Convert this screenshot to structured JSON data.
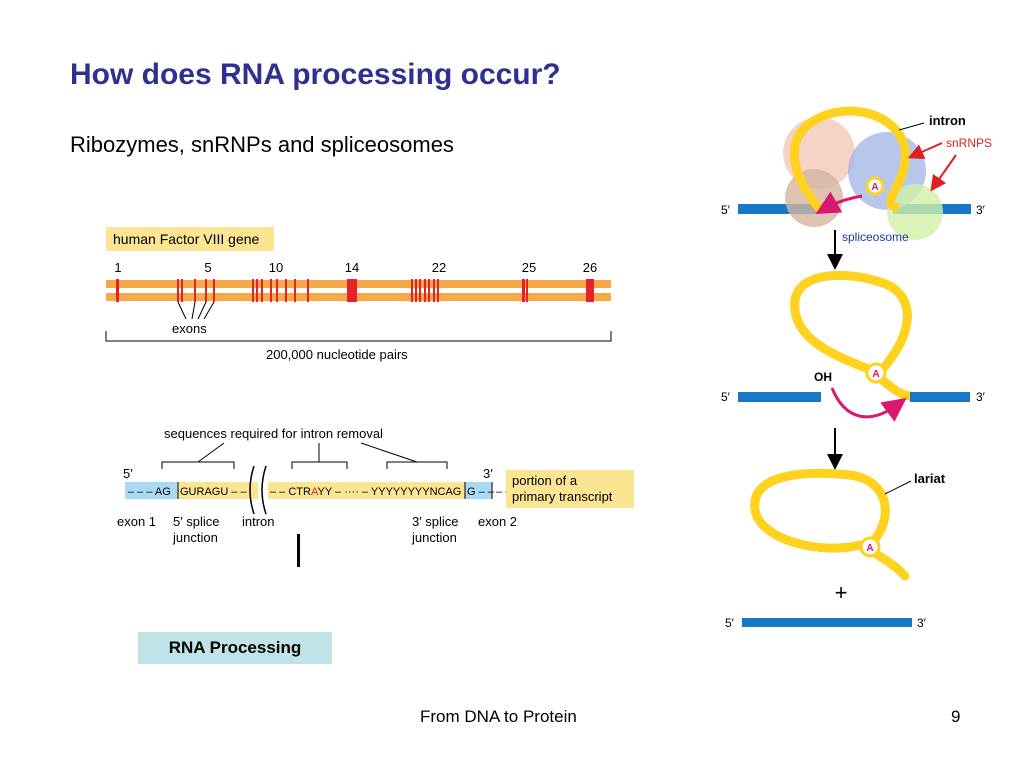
{
  "title": "How does RNA processing occur?",
  "subtitle": "Ribozymes, snRNPs and spliceosomes",
  "gene_map": {
    "label": "human Factor VIII gene",
    "exon_numbers": [
      "1",
      "5",
      "10",
      "14",
      "22",
      "25",
      "26"
    ],
    "exons_label": "exons",
    "length_label": "200,000 nucleotide pairs"
  },
  "transcript": {
    "header": "sequences required for intron removal",
    "five_prime": "5′",
    "three_prime": "3′",
    "exon1_seq": "– – – AG",
    "splice5_seq": "GURAGU – –",
    "intron_left": "– – CTR",
    "branch_a": "A",
    "intron_right": "YY – ···· – YYYYYYYYNCAG",
    "exon2_seq": "G – –",
    "portion_line1": "portion of a",
    "portion_line2": "primary transcript",
    "exon1_label": "exon 1",
    "splice5_label_1": "5′ splice",
    "splice5_label_2": "junction",
    "intron_label": "intron",
    "splice3_label_1": "3′ splice",
    "splice3_label_2": "junction",
    "exon2_label": "exon 2"
  },
  "caption": "RNA Processing",
  "splicing": {
    "intron": "intron",
    "snrnps": "snRNPS",
    "spliceosome": "spliceosome",
    "five_prime": "5′",
    "three_prime": "3′",
    "branch": "A",
    "oh": "OH",
    "lariat": "lariat",
    "plus": "+"
  },
  "footer": {
    "center": "From DNA to Protein",
    "page": "9"
  },
  "colors": {
    "title": "#2e3192",
    "gene_bar": "#f7a94a",
    "exon_mark": "#e8202a",
    "exon_blue": "#1778c8",
    "intron_yellow": "#ffd21f",
    "label_box": "#fbe592",
    "arrow_magenta": "#d9186f",
    "snrnp_red": "#e02020",
    "caption_bg": "#bfe3e7"
  }
}
